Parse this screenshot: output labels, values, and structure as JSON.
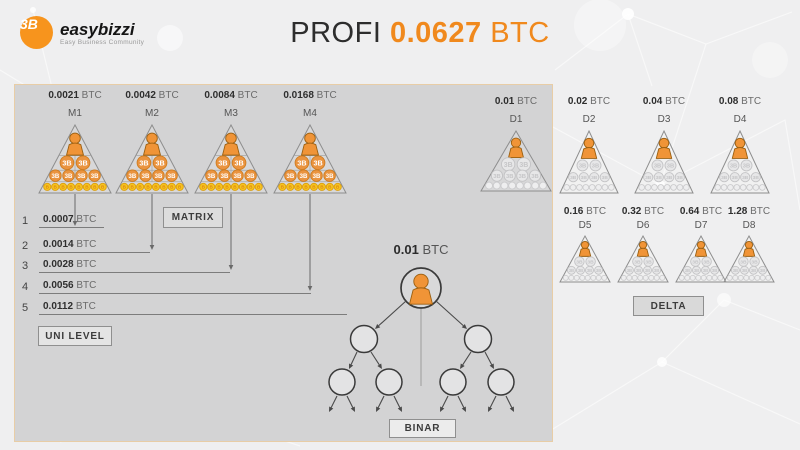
{
  "header": {
    "brand": "easybizzi",
    "brand_icon": "3B",
    "tagline": "Easy Business Community",
    "title_prefix": "PROFI",
    "title_value": "0.0627",
    "title_currency": "BTC"
  },
  "sections": {
    "matrix": {
      "label": "MATRIX"
    },
    "uni_level": {
      "label": "UNI LEVEL"
    },
    "binar": {
      "label": "BINAR",
      "top_value": "0.01",
      "top_currency": "BTC"
    },
    "delta": {
      "label": "DELTA"
    }
  },
  "pyramids": [
    {
      "id": "M1",
      "value": "0.0021",
      "currency": "BTC",
      "group": "matrix"
    },
    {
      "id": "M2",
      "value": "0.0042",
      "currency": "BTC",
      "group": "matrix"
    },
    {
      "id": "M3",
      "value": "0.0084",
      "currency": "BTC",
      "group": "matrix"
    },
    {
      "id": "M4",
      "value": "0.0168",
      "currency": "BTC",
      "group": "matrix"
    },
    {
      "id": "D1",
      "value": "0.01",
      "currency": "BTC",
      "group": "delta"
    },
    {
      "id": "D2",
      "value": "0.02",
      "currency": "BTC",
      "group": "delta"
    },
    {
      "id": "D3",
      "value": "0.04",
      "currency": "BTC",
      "group": "delta"
    },
    {
      "id": "D4",
      "value": "0.08",
      "currency": "BTC",
      "group": "delta"
    },
    {
      "id": "D5",
      "value": "0.16",
      "currency": "BTC",
      "group": "delta"
    },
    {
      "id": "D6",
      "value": "0.32",
      "currency": "BTC",
      "group": "delta"
    },
    {
      "id": "D7",
      "value": "0.64",
      "currency": "BTC",
      "group": "delta"
    },
    {
      "id": "D8",
      "value": "1.28",
      "currency": "BTC",
      "group": "delta"
    }
  ],
  "uni_levels": [
    {
      "num": "1",
      "value": "0.0007",
      "currency": "BTC"
    },
    {
      "num": "2",
      "value": "0.0014",
      "currency": "BTC"
    },
    {
      "num": "3",
      "value": "0.0028",
      "currency": "BTC"
    },
    {
      "num": "4",
      "value": "0.0056",
      "currency": "BTC"
    },
    {
      "num": "5",
      "value": "0.0112",
      "currency": "BTC"
    }
  ],
  "colors": {
    "accent_orange": "#F0891D",
    "logo_orange": "#F7941D",
    "panel_bg": "#D3D3D4",
    "panel_border": "#E8CDA6",
    "member_orange": "#EA9440",
    "member_orange_border": "#CF7C1F",
    "coin_gold": "#F6C41F",
    "coin_gold_border": "#DD9F0E",
    "inactive_gray": "#E7E7E8",
    "inactive_gray_border": "#C3C3C5",
    "person_orange": "#F09437",
    "text_dark": "#2E2E2E",
    "text_gray": "#6B6B6B"
  }
}
